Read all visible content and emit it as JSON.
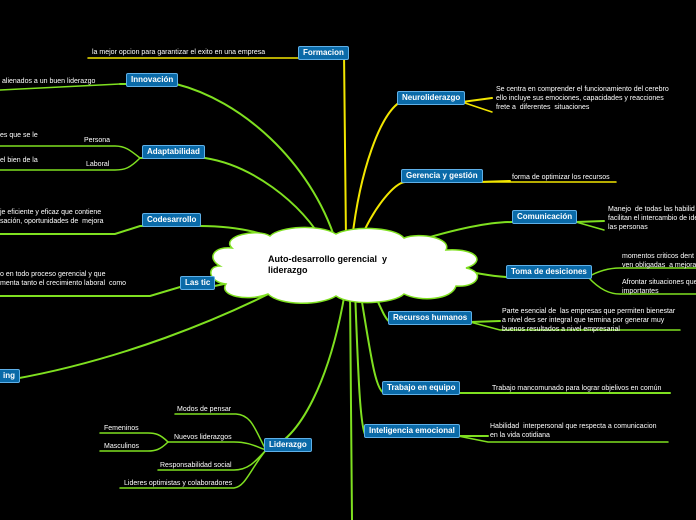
{
  "center": {
    "title": "Auto-desarrollo gerencial  y\nliderazgo"
  },
  "nodes": {
    "formacion": "Formacion",
    "innovacion": "Innovación",
    "adaptabilidad": "Adaptabilidad",
    "codesarrollo": "Codesarrollo",
    "las_tic": "Las tic",
    "ing": "ing",
    "liderazgo": "Liderazgo",
    "neuroliderazgo": "Neuroliderazgo",
    "gerencia": "Gerencia y gestión",
    "comunicacion": "Comunicación",
    "toma_decisiones": "Toma de desiciones",
    "recursos_humanos": "Recursos humanos",
    "trabajo_equipo": "Trabajo en equipo",
    "inteligencia_emocional": "Inteligencia emocional"
  },
  "texts": {
    "formacion": "la mejor opcion para garantizar el exito en una empresa",
    "innovacion": "alienados a un buen liderazgo",
    "persona": "Persona",
    "persona_desc": "es que se le",
    "laboral": "Laboral",
    "laboral_desc": "el bien de la",
    "codesarrollo": "je eficiente y eficaz que contiene\nsación, oportunidades de  mejora",
    "tic": "o en todo proceso gerencial y que\nmenta tanto el crecimiento laboral  como",
    "neuroliderazgo": "Se centra en comprender el funcionamiento del cerebro\nello incluye sus emociones, capacidades y reacciones\nfrete a  diferentes  situaciones",
    "gerencia": "forma de optimizar los recursos",
    "comunicacion": "Manejo  de todas las habilid\nfacilitan el intercambio de ide\nlas personas",
    "momentos": "momentos criticos dent\nven obligadas  a mejora",
    "afrontar": "Afrontar situaciones que\nimportantes",
    "recursos": "Parte esencial de  las empresas que permiten bienestar\na nivel des ser integral que termina por generar muy\nbuenos resultados a nivel empresarial",
    "trabajo": "Trabajo mancomunado para lograr objelivos en común",
    "inteligencia": "Habilidad  interpersonal que respecta a comunicacion\nen la vida cotidiana",
    "modos": "Modos de pensar",
    "nuevos": "Nuevos liderazgos",
    "femeninos": "Femeninos",
    "masculinos": "Masculinos",
    "responsabilidad": "Responsabilidad social",
    "lideres": "Lideres optimistas y colaboradores"
  },
  "colors": {
    "background": "#000000",
    "yellow": "#f2e600",
    "green": "#7fe020",
    "node": "#0a6aa8"
  }
}
